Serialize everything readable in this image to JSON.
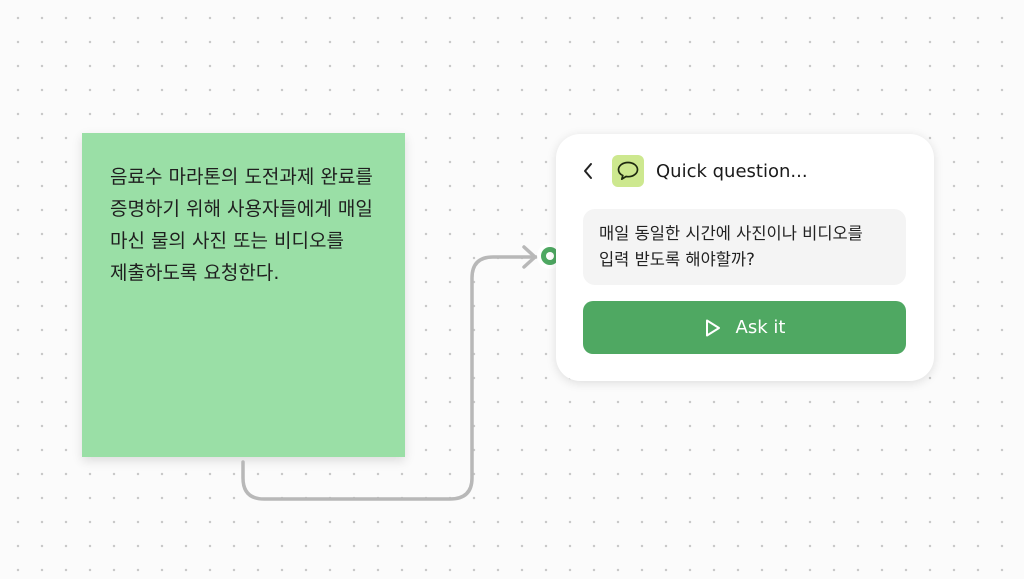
{
  "sticky_note": {
    "text": "음료수 마라톤의 도전과제 완료를 증명하기 위해 사용자들에게 매일 마신 물의 사진 또는 비디오를 제출하도록 요청한다.",
    "color": "#9adfa6"
  },
  "connector": {
    "line_color": "#b8b8b8",
    "handle_color": "#4ea862"
  },
  "question_card": {
    "back_icon": "chevron-left-icon",
    "header_icon": "speech-bubble-icon",
    "header_icon_bg": "#cde88f",
    "title": "Quick question...",
    "question": "매일 동일한 시간에 사진이나 비디오를 입력 받도록 해야할까?",
    "ask_button": {
      "label": "Ask it",
      "icon": "play-icon",
      "color": "#4fa862"
    }
  }
}
